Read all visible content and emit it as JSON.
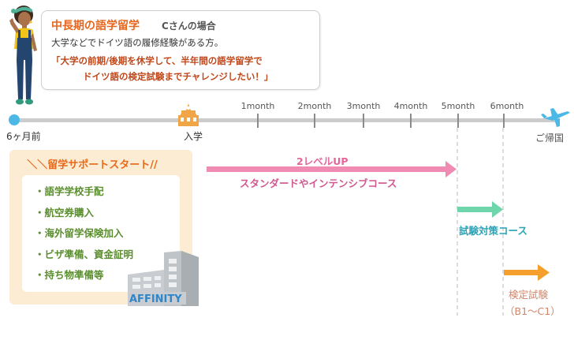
{
  "profile": {
    "title": "中長期の語学留学",
    "case_label": "Cさんの場合",
    "description": "大学などでドイツ語の履修経験がある方。",
    "quote_line1": "「大学の前期/後期を休学して、半年間の語学留学で",
    "quote_line2": "ドイツ語の検定試験までチャレンジしたい！」"
  },
  "timeline": {
    "start_label": "6ヶ月前",
    "entry_label": "入学",
    "end_label": "ご帰国",
    "months": [
      "1month",
      "2month",
      "3month",
      "4month",
      "5month",
      "6month"
    ]
  },
  "support": {
    "heading": "＼＼留学サポートスタート//",
    "items": [
      "・語学学校手配",
      "・航空券購入",
      "・海外留学保険加入",
      "・ビザ準備、資金証明",
      "・持ち物準備等"
    ],
    "building_sign": "AFFINITY"
  },
  "plan": {
    "level_up": "2レベルUP",
    "standard_course": "スタンダードやインテンシブコース",
    "exam_course": "試験対策コース",
    "exam": "検定試験",
    "exam_levels": "（B1〜C1）"
  },
  "colors": {
    "pink_arrow": "#f08cb4",
    "green_arrow": "#6fd6ab",
    "orange_arrow": "#f5a02d",
    "timeline": "#cccccc",
    "timeline_start": "#4bb8e6",
    "plane": "#4bb8e6",
    "school": "#f0a646"
  },
  "icons": [
    "person-illustration",
    "school-icon",
    "airplane-icon",
    "building-illustration"
  ]
}
